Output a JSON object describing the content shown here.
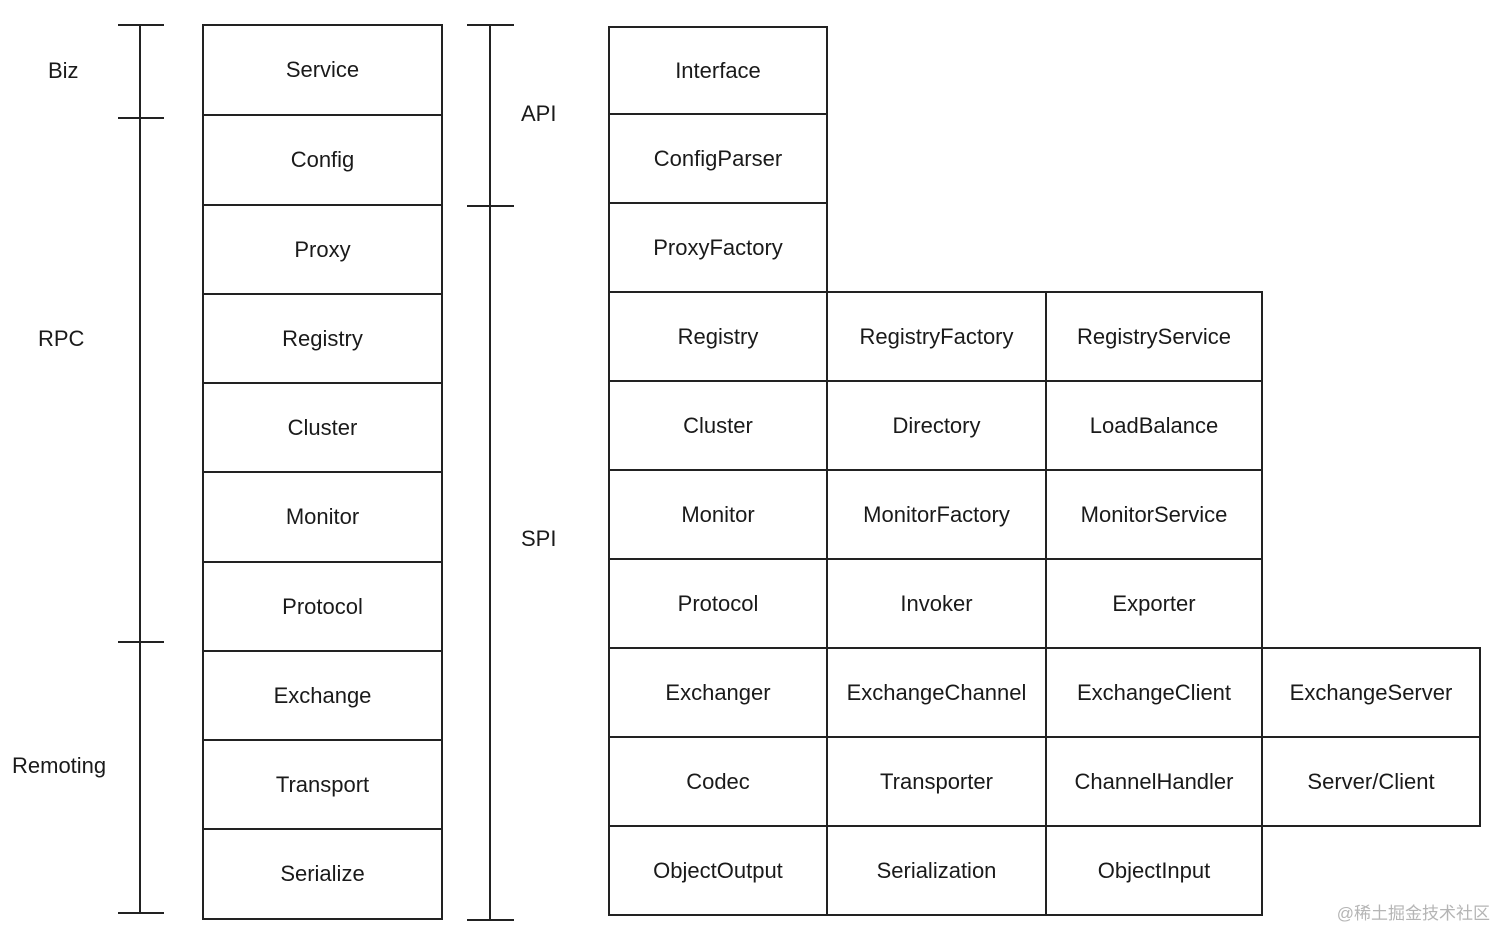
{
  "left_bracket_labels": {
    "biz": "Biz",
    "rpc": "RPC",
    "remoting": "Remoting"
  },
  "layers": [
    "Service",
    "Config",
    "Proxy",
    "Registry",
    "Cluster",
    "Monitor",
    "Protocol",
    "Exchange",
    "Transport",
    "Serialize"
  ],
  "middle_bracket_labels": {
    "api": "API",
    "spi": "SPI"
  },
  "interfaces": [
    [
      "Interface"
    ],
    [
      "ConfigParser"
    ],
    [
      "ProxyFactory"
    ],
    [
      "Registry",
      "RegistryFactory",
      "RegistryService"
    ],
    [
      "Cluster",
      "Directory",
      "LoadBalance"
    ],
    [
      "Monitor",
      "MonitorFactory",
      "MonitorService"
    ],
    [
      "Protocol",
      "Invoker",
      "Exporter"
    ],
    [
      "Exchanger",
      "ExchangeChannel",
      "ExchangeClient",
      "ExchangeServer"
    ],
    [
      "Codec",
      "Transporter",
      "ChannelHandler",
      "Server/Client"
    ],
    [
      "ObjectOutput",
      "Serialization",
      "ObjectInput"
    ]
  ],
  "watermark": "@稀土掘金技术社区"
}
